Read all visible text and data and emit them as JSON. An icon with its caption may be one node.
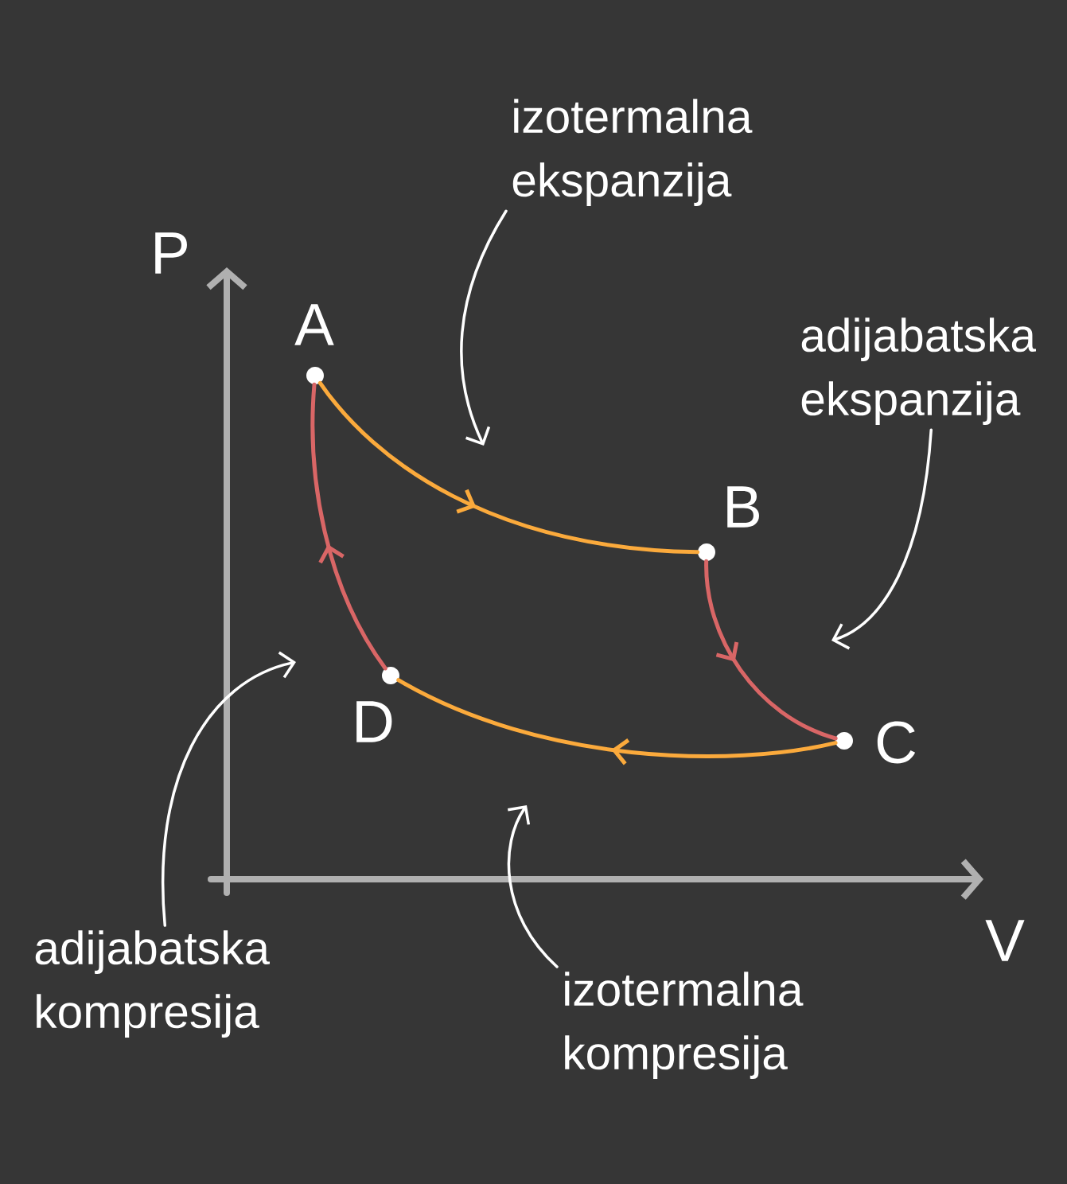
{
  "diagram": {
    "nodes": [
      {
        "text": [
          "A"
        ]
      },
      {
        "text": [
          "B"
        ]
      },
      {
        "text": [
          "C"
        ]
      },
      {
        "text": [
          "D"
        ]
      },
      {
        "text": [
          "izotermalna ekspanzija"
        ]
      },
      {
        "text": [
          "adijabatska ekspanzija"
        ]
      },
      {
        "text": [
          "adijabatska kompresija"
        ]
      },
      {
        "text": [
          "izotermalna kompresija"
        ]
      }
    ],
    "edges": [
      {
        "from": 0,
        "to": 1,
        "arrow": "to",
        "color": "#fbaa3c"
      },
      {
        "from": 1,
        "to": 2,
        "arrow": "to",
        "color": "#d96666"
      },
      {
        "from": 2,
        "to": 3,
        "arrow": "to",
        "color": "#fbaa3c"
      },
      {
        "from": 3,
        "to": 0,
        "arrow": "to",
        "color": "#d96666"
      },
      {
        "from": 4,
        "to": null,
        "arrow": "to",
        "color": "#ffffff"
      },
      {
        "from": 5,
        "to": null,
        "arrow": "to",
        "color": "#ffffff"
      },
      {
        "from": 6,
        "to": null,
        "arrow": "to",
        "color": "#ffffff"
      },
      {
        "from": 7,
        "to": null,
        "arrow": "to",
        "color": "#ffffff"
      }
    ],
    "labels": [
      "P",
      "V"
    ]
  }
}
